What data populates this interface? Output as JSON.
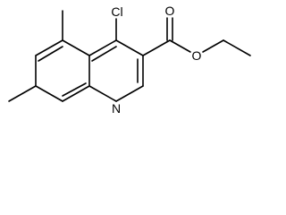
{
  "molecule": {
    "atoms": {
      "chlorine": "Cl",
      "carbonyl_oxygen": "O",
      "ester_oxygen": "O",
      "ring_nitrogen": "N"
    }
  },
  "colors": {
    "bond": "#000000",
    "background": "#ffffff"
  }
}
